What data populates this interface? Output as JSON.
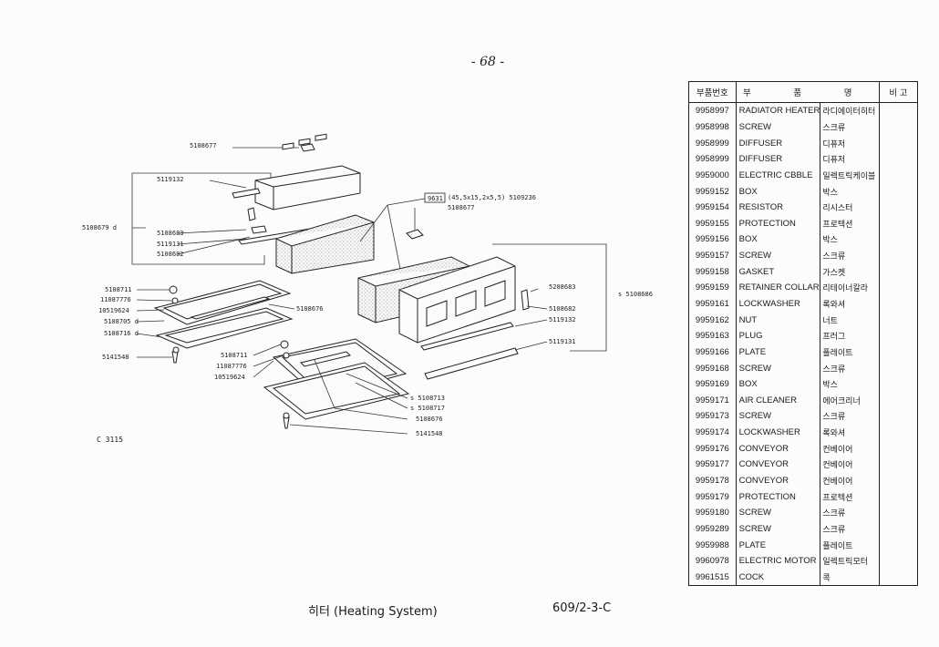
{
  "page": {
    "number": "- 68 -",
    "figure_id": "C 3115",
    "footer_title": "히터 (Heating System)",
    "footer_code": "609/2-3-C"
  },
  "diagram": {
    "callouts": {
      "c1": "5108677",
      "c2": "5119132",
      "c3": "5108679 d",
      "c4": "5108683",
      "c5": "5119131",
      "c6": "5108682",
      "c7_box": "9631",
      "c7_text": "(45,5x15,2x5,5)  5109236",
      "c8": "5108677",
      "c9": "5108711",
      "c10": "11087776",
      "c11": "10519624",
      "c12": "5108705 d",
      "c13": "5108716 d",
      "c14": "5141548",
      "c15": "5108676",
      "c16": "5108711",
      "c17": "11087776",
      "c18": "10519624",
      "c19": "5208683",
      "c20": "s 5108686",
      "c21": "5108682",
      "c22": "5119132",
      "c23": "5119131",
      "c24": "s 5108713",
      "c25": "s 5108717",
      "c26": "5108676",
      "c27": "5141548"
    }
  },
  "table": {
    "headers": {
      "part_no": "부품번호",
      "name": "부 품 명",
      "note": "비 고"
    },
    "rows": [
      {
        "part_no": "9958997",
        "name_en": "RADIATOR HEATER",
        "name_ko": "라디에이터히터"
      },
      {
        "part_no": "9958998",
        "name_en": "SCREW",
        "name_ko": "스크류"
      },
      {
        "part_no": "9958999",
        "name_en": "DIFFUSER",
        "name_ko": "디퓨저"
      },
      {
        "part_no": "9958999",
        "name_en": "DIFFUSER",
        "name_ko": "디퓨저"
      },
      {
        "part_no": "9959000",
        "name_en": "ELECTRIC CBBLE",
        "name_ko": "일렉트릭케이블"
      },
      {
        "part_no": "9959152",
        "name_en": "BOX",
        "name_ko": "박스"
      },
      {
        "part_no": "9959154",
        "name_en": "RESISTOR",
        "name_ko": "리시스터"
      },
      {
        "part_no": "9959155",
        "name_en": "PROTECTION",
        "name_ko": "프로텍션"
      },
      {
        "part_no": "9959156",
        "name_en": "BOX",
        "name_ko": "박스"
      },
      {
        "part_no": "9959157",
        "name_en": "SCREW",
        "name_ko": "스크류"
      },
      {
        "part_no": "9959158",
        "name_en": "GASKET",
        "name_ko": "가스켓"
      },
      {
        "part_no": "9959159",
        "name_en": "RETAINER COLLAR",
        "name_ko": "리테이너칼라"
      },
      {
        "part_no": "9959161",
        "name_en": "LOCKWASHER",
        "name_ko": "록와셔"
      },
      {
        "part_no": "9959162",
        "name_en": "NUT",
        "name_ko": "너트"
      },
      {
        "part_no": "9959163",
        "name_en": "PLUG",
        "name_ko": "프러그"
      },
      {
        "part_no": "9959166",
        "name_en": "PLATE",
        "name_ko": "플레이트"
      },
      {
        "part_no": "9959168",
        "name_en": "SCREW",
        "name_ko": "스크류"
      },
      {
        "part_no": "9959169",
        "name_en": "BOX",
        "name_ko": "박스"
      },
      {
        "part_no": "9959171",
        "name_en": "AIR CLEANER",
        "name_ko": "에어크리너"
      },
      {
        "part_no": "9959173",
        "name_en": "SCREW",
        "name_ko": "스크류"
      },
      {
        "part_no": "9959174",
        "name_en": "LOCKWASHER",
        "name_ko": "록와셔"
      },
      {
        "part_no": "9959176",
        "name_en": "CONVEYOR",
        "name_ko": "컨베이어"
      },
      {
        "part_no": "9959177",
        "name_en": "CONVEYOR",
        "name_ko": "컨베이어"
      },
      {
        "part_no": "9959178",
        "name_en": "CONVEYOR",
        "name_ko": "컨베이어"
      },
      {
        "part_no": "9959179",
        "name_en": "PROTECTION",
        "name_ko": "프로텍션"
      },
      {
        "part_no": "9959180",
        "name_en": "SCREW",
        "name_ko": "스크류"
      },
      {
        "part_no": "9959289",
        "name_en": "SCREW",
        "name_ko": "스크류"
      },
      {
        "part_no": "9959988",
        "name_en": "PLATE",
        "name_ko": "플레이트"
      },
      {
        "part_no": "9960978",
        "name_en": "ELECTRIC MOTOR",
        "name_ko": "일렉트릭모터"
      },
      {
        "part_no": "9961515",
        "name_en": "COCK",
        "name_ko": "콕"
      }
    ]
  }
}
